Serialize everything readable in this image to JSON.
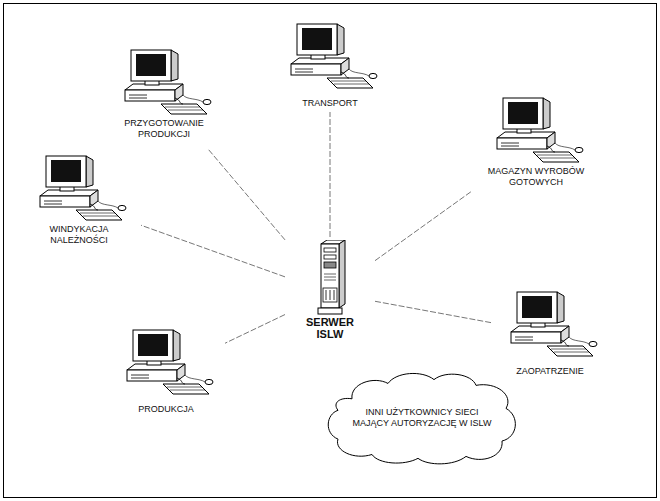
{
  "diagram": {
    "nodes": [
      {
        "text": [
          "PRZYGOTOWANIE PRODUKCJI"
        ]
      },
      {
        "text": [
          "TRANSPORT"
        ]
      },
      {
        "text": [
          "MAGAZYN WYROBÓW GOTOWYCH"
        ]
      },
      {
        "text": [
          "WINDYKACJA NALEŻNOŚCI"
        ]
      },
      {
        "text": [
          "SERWER ISLW"
        ]
      },
      {
        "text": [
          "ZAOPATRZENIE"
        ]
      },
      {
        "text": [
          "PRODUKCJA"
        ]
      },
      {
        "text": [
          "INNI UŻYTKOWNICY SIECI MAJĄCY AUTORYZACJĘ W ISLW"
        ]
      }
    ],
    "edges": [
      {
        "from": 4,
        "to": 0,
        "arrow": "none"
      },
      {
        "from": 4,
        "to": 1,
        "arrow": "none"
      },
      {
        "from": 4,
        "to": 2,
        "arrow": "none"
      },
      {
        "from": 4,
        "to": 3,
        "arrow": "none"
      },
      {
        "from": 4,
        "to": 5,
        "arrow": "none"
      },
      {
        "from": 4,
        "to": 6,
        "arrow": "none"
      }
    ]
  }
}
